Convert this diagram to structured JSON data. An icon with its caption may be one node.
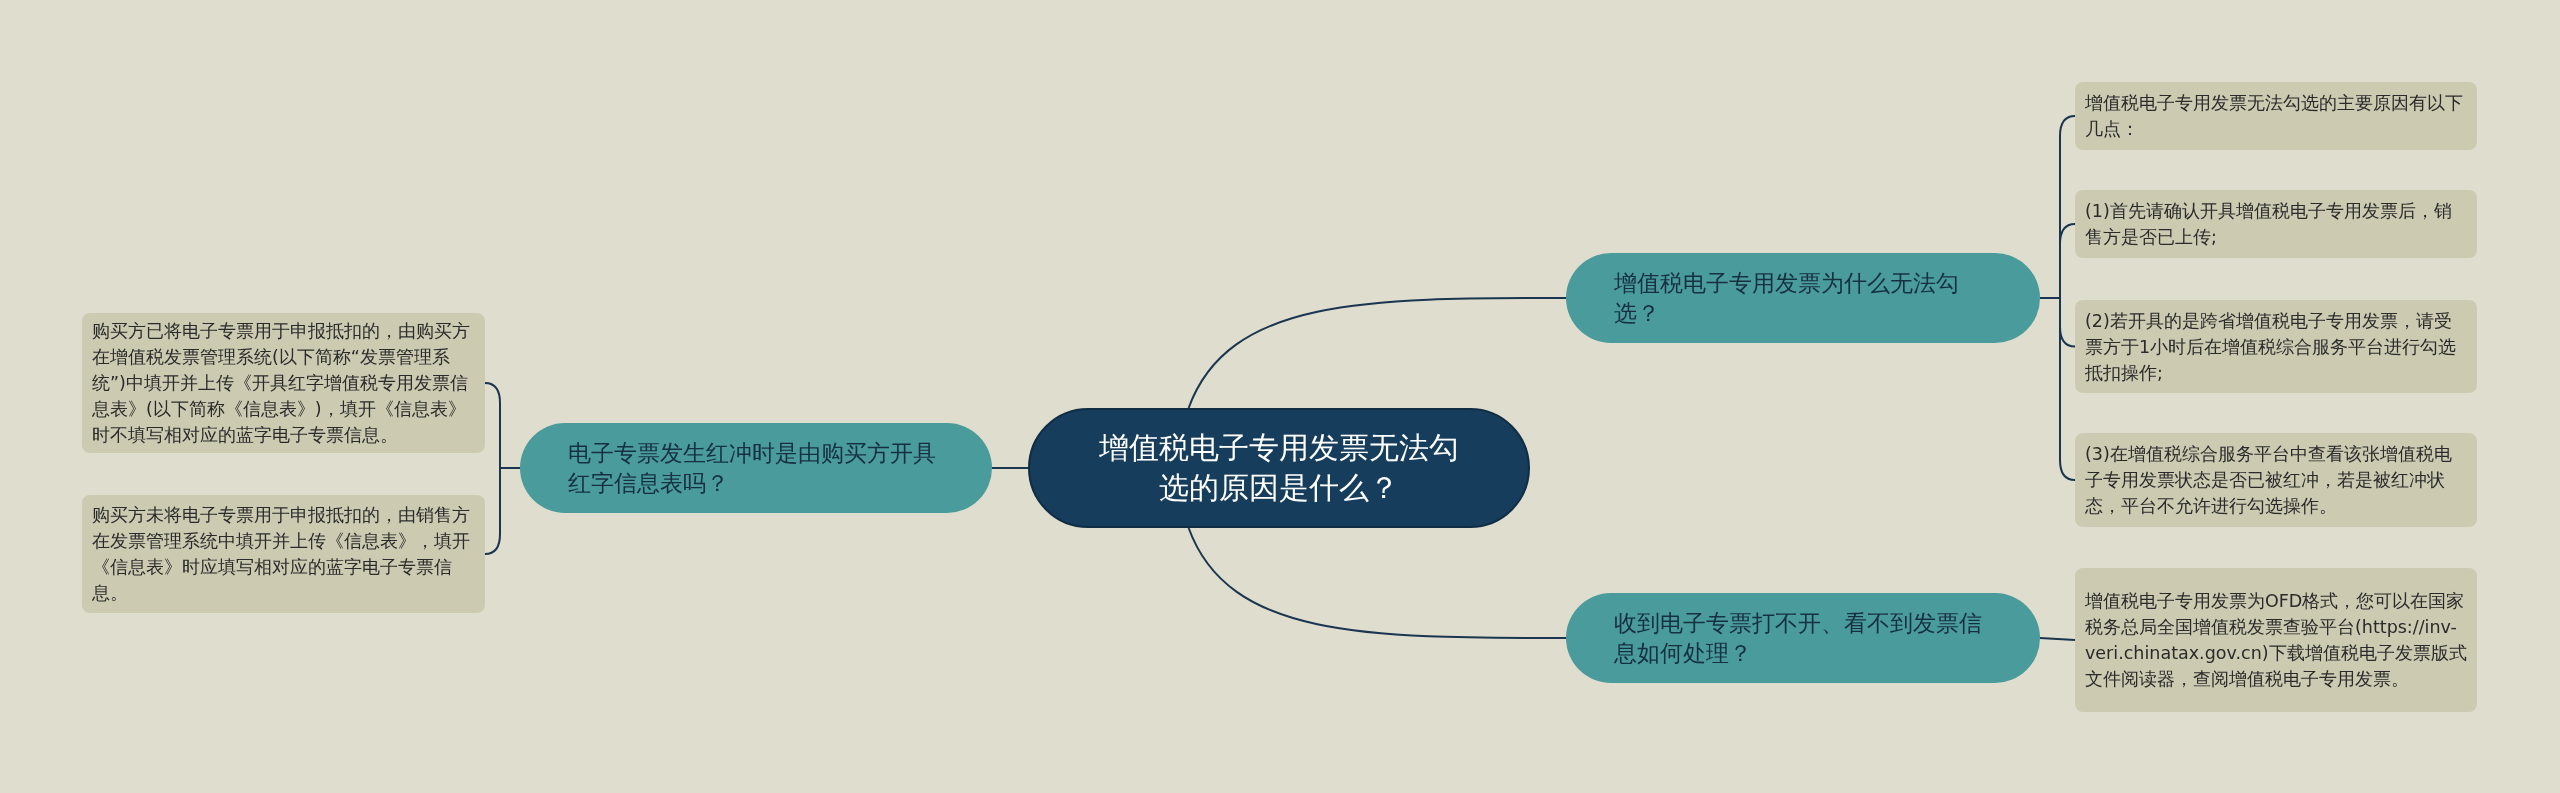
{
  "diagram": {
    "nodes": [
      {
        "text": [
          "增值税电子专用发票无法勾选的原因是什么？"
        ]
      },
      {
        "text": [
          "增值税电子专用发票为什么无法勾选？"
        ]
      },
      {
        "text": [
          "增值税电子专用发票无法勾选的主要原因有以下几点："
        ]
      },
      {
        "text": [
          "(1)首先请确认开具增值税电子专用发票后，销售方是否已上传;"
        ]
      },
      {
        "text": [
          "(2)若开具的是跨省增值税电子专用发票，请受票方于1小时后在增值税综合服务平台进行勾选抵扣操作;"
        ]
      },
      {
        "text": [
          "(3)在增值税综合服务平台中查看该张增值税电子专用发票状态是否已被红冲，若是被红冲状态，平台不允许进行勾选操作。"
        ]
      },
      {
        "text": [
          "收到电子专票打不开、看不到发票信息如何处理？"
        ]
      },
      {
        "text": [
          "增值税电子专用发票为OFD格式，您可以在国家税务总局全国增值税发票查验平台(https://inv-veri.chinatax.gov.cn)下载增值税电子发票版式文件阅读器，查阅增值税电子专用发票。"
        ]
      },
      {
        "text": [
          "电子专票发生红冲时是由购买方开具红字信息表吗？"
        ]
      },
      {
        "text": [
          "购买方已将电子专票用于申报抵扣的，由购买方在增值税发票管理系统(以下简称“发票管理系统”)中填开并上传《开具红字增值税专用发票信息表》(以下简称《信息表》)，填开《信息表》时不填写相对应的蓝字电子专票信息。"
        ]
      },
      {
        "text": [
          "购买方未将电子专票用于申报抵扣的，由销售方在发票管理系统中填开并上传《信息表》，填开《信息表》时应填写相对应的蓝字电子专票信息。"
        ]
      }
    ],
    "edges": [
      {
        "from": 0,
        "to": 1,
        "arrow": "none"
      },
      {
        "from": 1,
        "to": 2,
        "arrow": "none"
      },
      {
        "from": 1,
        "to": 3,
        "arrow": "none"
      },
      {
        "from": 1,
        "to": 4,
        "arrow": "none"
      },
      {
        "from": 1,
        "to": 5,
        "arrow": "none"
      },
      {
        "from": 0,
        "to": 6,
        "arrow": "none"
      },
      {
        "from": 6,
        "to": 7,
        "arrow": "none"
      },
      {
        "from": 0,
        "to": 8,
        "arrow": "none"
      },
      {
        "from": 8,
        "to": 9,
        "arrow": "none"
      },
      {
        "from": 8,
        "to": 10,
        "arrow": "none"
      }
    ]
  }
}
